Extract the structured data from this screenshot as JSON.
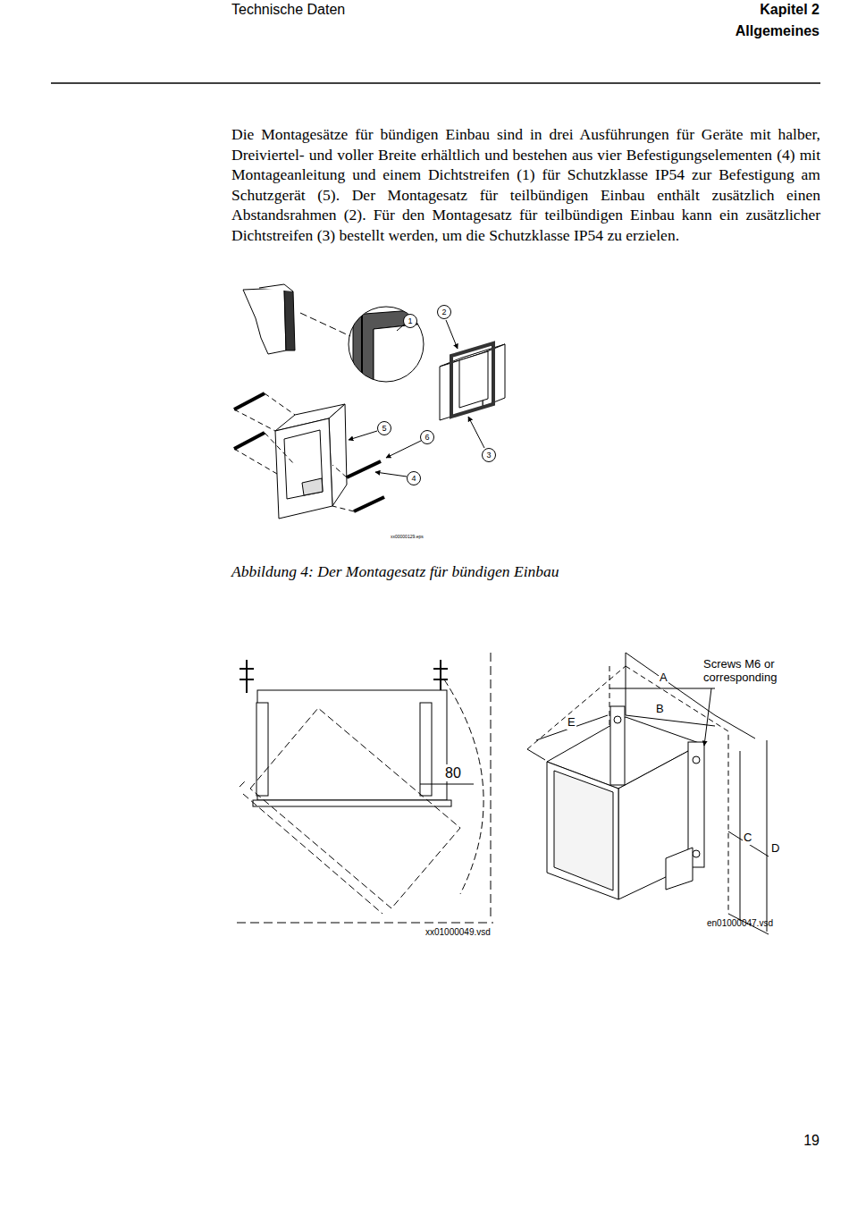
{
  "diagram": {
    "caption": "Abbildung 4: Der Montagesatz für bündigen Einbau",
    "nodes": [
      {
        "text": [
          "1"
        ]
      },
      {
        "text": [
          "2"
        ]
      },
      {
        "text": [
          "5"
        ]
      },
      {
        "text": [
          "6"
        ]
      },
      {
        "text": [
          "3"
        ]
      },
      {
        "text": [
          "4"
        ]
      }
    ],
    "labels": [
      "Technische Daten",
      "Kapitel 2",
      "Allgemeines",
      "Die Montagesätze für bündigen Einbau sind in drei Ausführungen für Geräte mit halber, Dreiviertel- und voller Breite erhältlich und bestehen aus vier Befestigungselementen (4) mit Montageanleitung und einem Dichtstreifen (1) für Schutzklasse IP54 zur Befestigung am Schutzgerät (5). Der Montagesatz für teilbündigen Einbau enthält zusätzlich einen Abstandsrahmen (2). Für den Montagesatz für teilbündigen Einbau kann ein zusätzlicher Dichtstreifen (3) bestellt werden, um die Schutzklasse IP54 zu erzielen.",
      "xx00000129.eps",
      "80",
      "xx01000049.vsd",
      "Screws M6 or corresponding",
      "A",
      "B",
      "E",
      "C",
      "D",
      "en01000047.vsd",
      "19"
    ]
  }
}
